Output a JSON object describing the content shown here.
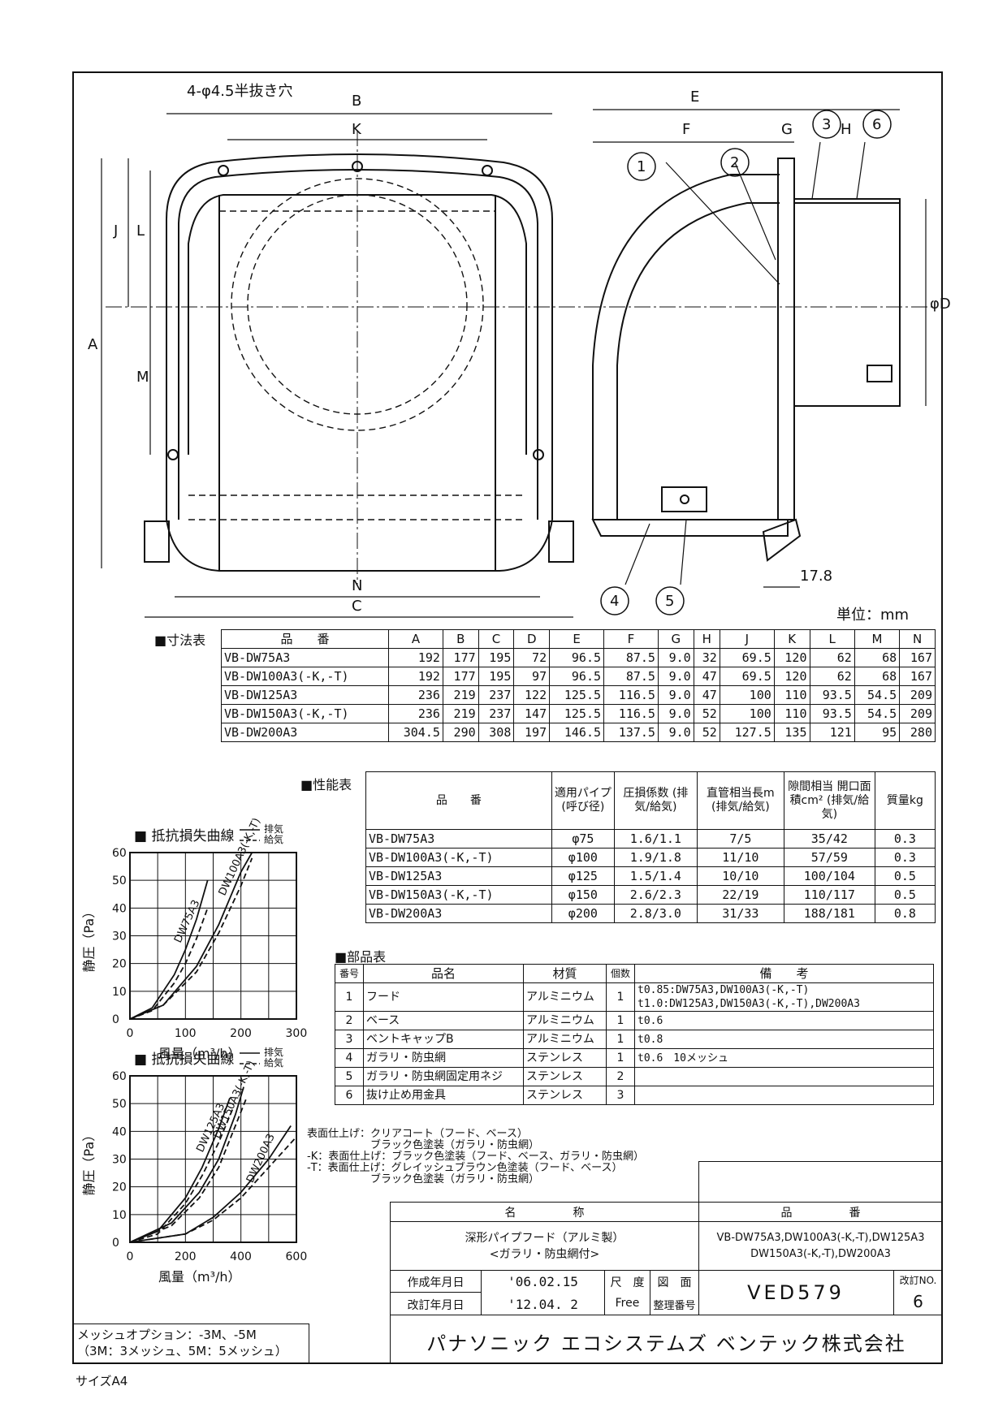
{
  "drawing": {
    "front": {
      "hole_note": "4-φ4.5半抜き穴",
      "dims": {
        "B": "B",
        "K": "K",
        "N": "N",
        "C": "C",
        "A": "A",
        "J": "J",
        "L": "L",
        "M": "M"
      }
    },
    "side": {
      "dims": {
        "E": "E",
        "F": "F",
        "G": "G",
        "H": "H",
        "D": "φD",
        "dim_178": "17.8"
      },
      "part_numbers": [
        "1",
        "2",
        "3",
        "4",
        "5",
        "6"
      ]
    },
    "unit": "単位：mm"
  },
  "dimension_table": {
    "title": "■寸法表",
    "headers": [
      "品　　番",
      "A",
      "B",
      "C",
      "D",
      "E",
      "F",
      "G",
      "H",
      "J",
      "K",
      "L",
      "M",
      "N"
    ],
    "rows": [
      [
        "VB-DW75A3",
        "192",
        "177",
        "195",
        "72",
        "96.5",
        "87.5",
        "9.0",
        "32",
        "69.5",
        "120",
        "62",
        "68",
        "167"
      ],
      [
        "VB-DW100A3(-K,-T)",
        "192",
        "177",
        "195",
        "97",
        "96.5",
        "87.5",
        "9.0",
        "47",
        "69.5",
        "120",
        "62",
        "68",
        "167"
      ],
      [
        "VB-DW125A3",
        "236",
        "219",
        "237",
        "122",
        "125.5",
        "116.5",
        "9.0",
        "47",
        "100",
        "110",
        "93.5",
        "54.5",
        "209"
      ],
      [
        "VB-DW150A3(-K,-T)",
        "236",
        "219",
        "237",
        "147",
        "125.5",
        "116.5",
        "9.0",
        "52",
        "100",
        "110",
        "93.5",
        "54.5",
        "209"
      ],
      [
        "VB-DW200A3",
        "304.5",
        "290",
        "308",
        "197",
        "146.5",
        "137.5",
        "9.0",
        "52",
        "127.5",
        "135",
        "121",
        "95",
        "280"
      ]
    ]
  },
  "performance_table": {
    "title": "■性能表",
    "headers": [
      "品　　番",
      "適用パイプ (呼び径)",
      "圧損係数 (排気/給気)",
      "直管相当長m (排気/給気)",
      "隙間相当 開口面積cm² (排気/給気)",
      "質量kg"
    ],
    "rows": [
      [
        "VB-DW75A3",
        "φ75",
        "1.6/1.1",
        "7/5",
        "35/42",
        "0.3"
      ],
      [
        "VB-DW100A3(-K,-T)",
        "φ100",
        "1.9/1.8",
        "11/10",
        "57/59",
        "0.3"
      ],
      [
        "VB-DW125A3",
        "φ125",
        "1.5/1.4",
        "10/10",
        "100/104",
        "0.5"
      ],
      [
        "VB-DW150A3(-K,-T)",
        "φ150",
        "2.6/2.3",
        "22/19",
        "110/117",
        "0.5"
      ],
      [
        "VB-DW200A3",
        "φ200",
        "2.8/3.0",
        "31/33",
        "188/181",
        "0.8"
      ]
    ]
  },
  "parts_table": {
    "title": "■部品表",
    "headers": [
      "番号",
      "品名",
      "材質",
      "個数",
      "備　　考"
    ],
    "rows": [
      [
        "1",
        "フード",
        "アルミニウム",
        "1",
        "t0.85:DW75A3,DW100A3(-K,-T)\nt1.0:DW125A3,DW150A3(-K,-T),DW200A3"
      ],
      [
        "2",
        "ベース",
        "アルミニウム",
        "1",
        "t0.6"
      ],
      [
        "3",
        "ベントキャップB",
        "アルミニウム",
        "1",
        "t0.8"
      ],
      [
        "4",
        "ガラリ・防虫網",
        "ステンレス",
        "1",
        "t0.6　10メッシュ"
      ],
      [
        "5",
        "ガラリ・防虫網固定用ネジ",
        "ステンレス",
        "2",
        ""
      ],
      [
        "6",
        "抜け止め用金具",
        "ステンレス",
        "3",
        ""
      ]
    ]
  },
  "finish_notes": "表面仕上げ：クリアコート（フード、ベース）\n　　　　　　ブラック色塗装（ガラリ・防虫網）\n-K：表面仕上げ：ブラック色塗装（フード、ベース、ガラリ・防虫網）\n-T：表面仕上げ：グレイッシュブラウン色塗装（フード、ベース）\n　　　　　　ブラック色塗装（ガラリ・防虫網）",
  "chart_data": [
    {
      "type": "line",
      "title": "■ 抵抗損失曲線",
      "legend": [
        "排気",
        "給気"
      ],
      "xlabel": "風量（m³/h）",
      "ylabel": "静圧（Pa）",
      "xlim": [
        0,
        300
      ],
      "ylim": [
        0,
        60
      ],
      "xticks": [
        "0",
        "100",
        "200",
        "300"
      ],
      "yticks": [
        "0",
        "10",
        "20",
        "30",
        "40",
        "50",
        "60"
      ],
      "series": [
        {
          "name": "DW75A3",
          "style": "solid",
          "x": [
            0,
            40,
            80,
            100,
            120,
            140
          ],
          "y": [
            0,
            4,
            16,
            25,
            36,
            50
          ]
        },
        {
          "name": "DW75A3",
          "style": "dashed",
          "x": [
            0,
            40,
            80,
            100,
            120,
            140
          ],
          "y": [
            0,
            3,
            13,
            20,
            29,
            40
          ]
        },
        {
          "name": "DW100A3(-K,-T)",
          "style": "solid",
          "x": [
            0,
            60,
            120,
            160,
            200,
            220
          ],
          "y": [
            0,
            5,
            19,
            34,
            53,
            60
          ]
        },
        {
          "name": "DW100A3(-K,-T)",
          "style": "dashed",
          "x": [
            0,
            60,
            120,
            160,
            200,
            220
          ],
          "y": [
            0,
            5,
            17,
            31,
            48,
            58
          ]
        }
      ]
    },
    {
      "type": "line",
      "title": "■ 抵抗損失曲線",
      "legend": [
        "排気",
        "給気"
      ],
      "xlabel": "風量（m³/h）",
      "ylabel": "静圧（Pa）",
      "xlim": [
        0,
        600
      ],
      "ylim": [
        0,
        60
      ],
      "xticks": [
        "0",
        "200",
        "400",
        "600"
      ],
      "yticks": [
        "0",
        "10",
        "20",
        "30",
        "40",
        "50",
        "60"
      ],
      "series": [
        {
          "name": "DW125A3",
          "style": "solid",
          "x": [
            0,
            100,
            200,
            260,
            320,
            360
          ],
          "y": [
            0,
            4,
            16,
            27,
            41,
            52
          ]
        },
        {
          "name": "DW125A3",
          "style": "dashed",
          "x": [
            0,
            100,
            200,
            260,
            320,
            370
          ],
          "y": [
            0,
            3,
            14,
            24,
            36,
            48
          ]
        },
        {
          "name": "DW150A3(-K,-T)",
          "style": "solid",
          "x": [
            0,
            150,
            250,
            320,
            380,
            410
          ],
          "y": [
            0,
            7,
            18,
            30,
            46,
            56
          ]
        },
        {
          "name": "DW150A3(-K,-T)",
          "style": "dashed",
          "x": [
            0,
            150,
            250,
            320,
            380,
            420
          ],
          "y": [
            0,
            6,
            16,
            27,
            42,
            52
          ]
        },
        {
          "name": "DW200A3",
          "style": "solid",
          "x": [
            0,
            200,
            300,
            400,
            500,
            580
          ],
          "y": [
            0,
            3,
            9,
            18,
            30,
            42
          ]
        },
        {
          "name": "DW200A3",
          "style": "dashed",
          "x": [
            0,
            200,
            300,
            400,
            500,
            600
          ],
          "y": [
            0,
            3,
            8,
            16,
            27,
            38
          ]
        }
      ]
    }
  ],
  "mesh_option": "メッシュオプション：-3M、-5M\n（3M：3メッシュ、5M：5メッシュ）",
  "title_block": {
    "name_label": "名　　　　　称",
    "name_value": "深形パイプフード（アルミ製）\n<ガラリ・防虫網付>",
    "number_label": "品　　　　　番",
    "number_value": "VB-DW75A3,DW100A3(-K,-T),DW125A3\nDW150A3(-K,-T),DW200A3",
    "created_label": "作成年月日",
    "created_value": "'06.02.15",
    "revised_label": "改訂年月日",
    "revised_value": "'12.04. 2",
    "scale_label": "尺　度",
    "scale_value": "Free",
    "drawing_label": "図　面",
    "ref_label": "整理番号",
    "drawing_number": "VED579",
    "rev_label": "改訂NO.",
    "rev_value": "6",
    "company": "パナソニック エコシステムズ ベンテック株式会社"
  },
  "paper_size": "サイズA4"
}
